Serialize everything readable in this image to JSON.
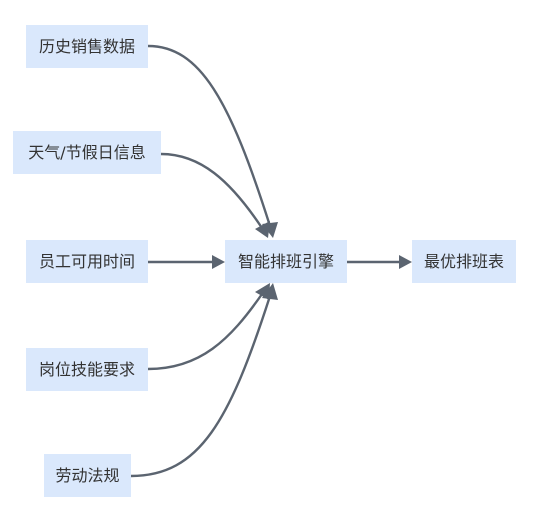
{
  "diagram": {
    "inputs": {
      "sales": "历史销售数据",
      "weather": "天气/节假日信息",
      "availability": "员工可用时间",
      "skills": "岗位技能要求",
      "labor_law": "劳动法规"
    },
    "engine": "智能排班引擎",
    "output": "最优排班表",
    "colors": {
      "node_fill": "#dae8fc",
      "edge": "#5b6470",
      "text": "#333333"
    }
  }
}
